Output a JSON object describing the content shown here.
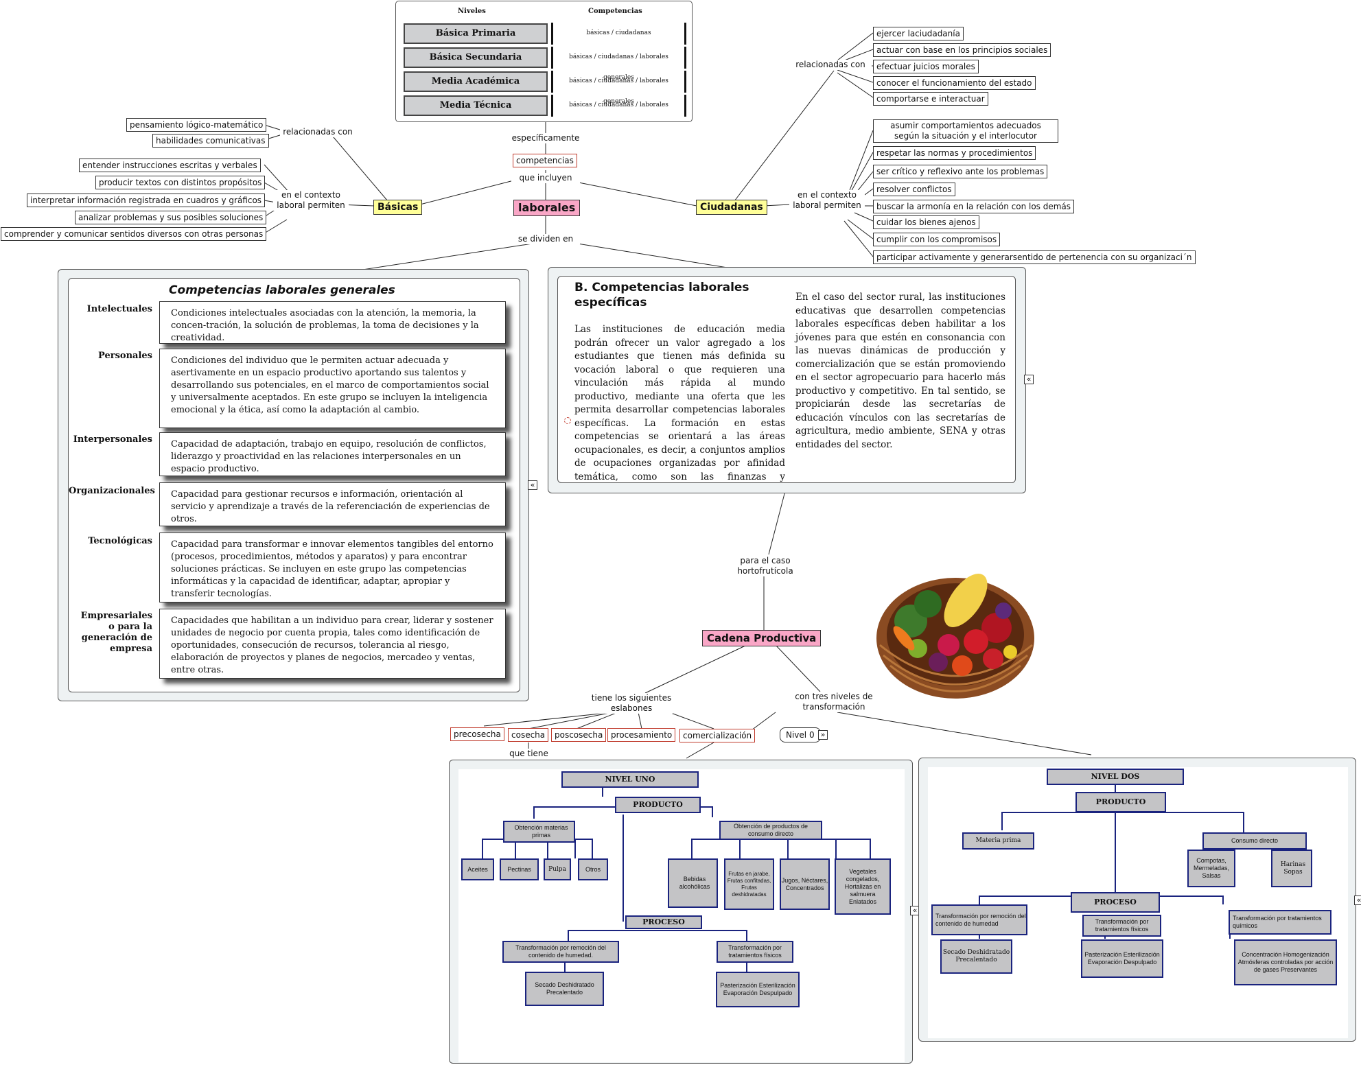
{
  "niveles_table": {
    "header_niveles": "Niveles",
    "header_competencias": "Competencias",
    "rows": [
      {
        "nivel": "Básica Primaria",
        "competencias": "básicas / ciudadanas"
      },
      {
        "nivel": "Básica Secundaria",
        "competencias": "básicas / ciudadanas / laborales generales"
      },
      {
        "nivel": "Media Académica",
        "competencias": "básicas / ciudadanas / laborales generales"
      },
      {
        "nivel": "Media Técnica",
        "competencias": "básicas / ciudadanas / laborales"
      }
    ]
  },
  "central": {
    "especificamente": "específicamente",
    "competencias": "competencias",
    "que_incluyen": "que incluyen",
    "laborales": "laborales",
    "se_dividen_en": "se dividen en",
    "basicas": "Básicas",
    "ciudadanas": "Ciudadanas"
  },
  "basicas_branch": {
    "relacionadas_con": "relacionadas con",
    "relacionadas_items": [
      "pensamiento lógico-matemático",
      "habilidades comunicativas"
    ],
    "contexto_label": "en el contexto laboral permiten",
    "permiten_items": [
      "entender  instrucciones  escritas y verbales",
      "producir textos con distintos propósitos",
      "interpretar información registrada en cuadros y gráficos",
      "analizar problemas y sus posibles soluciones",
      "comprender y comunicar sentidos diversos con otras personas"
    ]
  },
  "ciudadanas_branch": {
    "relacionadas_con": "relacionadas con",
    "relacionadas_items": [
      "ejercer laciudadanía",
      "actuar con base en los principios sociales",
      "efectuar juicios morales",
      "conocer el funcionamiento del estado",
      "comportarse e interactuar"
    ],
    "contexto_label": "en el contexto laboral permiten",
    "permiten_items": [
      "asumir comportamientos adecuados según la situación y el interlocutor",
      "respetar las normas y procedimientos",
      "ser crítico y reflexivo ante los problemas",
      "resolver conflictos",
      "buscar la armonía en la relación con los demás",
      "cuidar los bienes ajenos",
      "cumplir con los compromisos",
      "participar activamente y generarsentido de pertenencia con su organizaci´n"
    ]
  },
  "generales_panel": {
    "title": "Competencias laborales generales",
    "categories": [
      {
        "name": "Intelectuales",
        "text": "Condiciones intelectuales asociadas con la atención, la memoria, la concen-tración, la solución de problemas, la toma de decisiones y la creatividad."
      },
      {
        "name": "Personales",
        "text": "Condiciones del individuo que le permiten actuar adecuada y asertivamente en un espacio productivo aportando sus talentos y desarrollando sus potenciales, en el marco de comportamientos social y universalmente aceptados. En este grupo se incluyen la inteligencia emocional y la ética, así como la adaptación al cambio."
      },
      {
        "name": "Interpersonales",
        "text": "Capacidad de adaptación, trabajo en equipo, resolución de conflictos, liderazgo y proactividad en las relaciones interpersonales en un espacio productivo."
      },
      {
        "name": "Organizacionales",
        "text": "Capacidad para gestionar recursos e información, orientación al servicio y aprendizaje a través de la referenciación de experiencias de otros."
      },
      {
        "name": "Tecnológicas",
        "text": "Capacidad para transformar e innovar elementos tangibles del entorno (procesos, procedimientos, métodos y aparatos) y para encontrar soluciones prácticas. Se incluyen en este grupo las competencias informáticas y la capacidad de identificar, adaptar, apropiar y transferir tecnologías."
      },
      {
        "name": "Empresariales o para la generación de empresa",
        "text": "Capacidades que habilitan a un individuo para crear, liderar y sostener unidades de negocio por cuenta propia, tales como identificación de oportunidades, consecución de recursos, tolerancia al riesgo, elaboración de proyectos y planes de negocios, mercadeo y ventas, entre otras."
      }
    ]
  },
  "especificas_panel": {
    "title": "B. Competencias laborales específicas",
    "paragraph_left": "Las instituciones de educación media podrán ofrecer un valor agregado a los estudiantes que tienen más definida su vocación laboral o que requieren una vinculación más rápida al mundo productivo, mediante una oferta que les permita desarrollar competencias laborales específicas. La formación en estas competencias se orientará a las áreas ocupacionales, es decir, a conjuntos amplios de ocupaciones organizadas por afinidad temática, como son las finanzas y administración, la salud, las ventas y servicios o la explotación",
    "paragraph_right": "En el caso del sector rural, las instituciones educativas que desarrollen competencias laborales específicas deben habilitar a los jóvenes para que estén en consonancia con las nuevas dinámicas de producción y comercialización que se están promoviendo en el sector agropecuario para hacerlo más productivo y competitivo.  En tal sentido, se propiciarán desde las secretarías de educación vínculos con las secretarías de agricultura, medio ambiente, SENA y otras entidades del sector."
  },
  "cadena": {
    "para_el_caso": "para el caso hortofrutícola",
    "title": "Cadena Productiva",
    "tiene_label": "tiene los siguientes eslabones",
    "eslabones": [
      "precosecha",
      "cosecha",
      "poscosecha",
      "procesamiento",
      "comercialización"
    ],
    "que_tiene": "que tiene",
    "con_tres": "con tres niveles de transformación",
    "nivel0": "Nivel 0"
  },
  "nivel_uno": {
    "title": "NIVEL UNO",
    "producto": "PRODUCTO",
    "obtencion_mp": "Obtención materias primas",
    "obtencion_cd": "Obtención de productos de consumo directo",
    "mp_items": [
      "Aceites",
      "Pectinas",
      "Pulpa",
      "Otros"
    ],
    "cd_items": [
      "Bebidas alcohólicas",
      "Frutas en jarabe, Frutas confitadas, Frutas deshidratadas",
      "Jugos, Néctares, Concentrados",
      "Vegetales congelados, Hortalizas en salmuera Enlatados"
    ],
    "proceso": "PROCESO",
    "t1": "Transformación por remoción del contenido de humedad.",
    "t2": "Transformación por tratamientos físicos",
    "r1": "Secado Deshidratado Precalentado",
    "r2": "Pasterización Esterilización Evaporación Despulpado"
  },
  "nivel_dos": {
    "title": "NIVEL DOS",
    "producto": "PRODUCTO",
    "materia_prima": "Materia prima",
    "consumo_directo": "Consumo directo",
    "cd_items": [
      "Compotas, Mermeladas, Salsas",
      "Harinas Sopas"
    ],
    "proceso": "PROCESO",
    "t1": "Transformación por remoción del contenido de humedad",
    "t2": "Transformación por tratamientos físicos",
    "t3": "Transformación por tratamientos químicos",
    "r1": "Secado Deshidratado Precalentado",
    "r2": "Pasterización Esterilización Evaporación Despulpado",
    "r3": "Concentración Homogenización Atmósferas controladas por acción de gases Preservantes"
  },
  "colors": {
    "yellow": "#ffff99",
    "pink": "#f9a6c6",
    "red_border": "#c0392b",
    "gray_box": "#c4c4c6",
    "navy": "#1a237e"
  }
}
